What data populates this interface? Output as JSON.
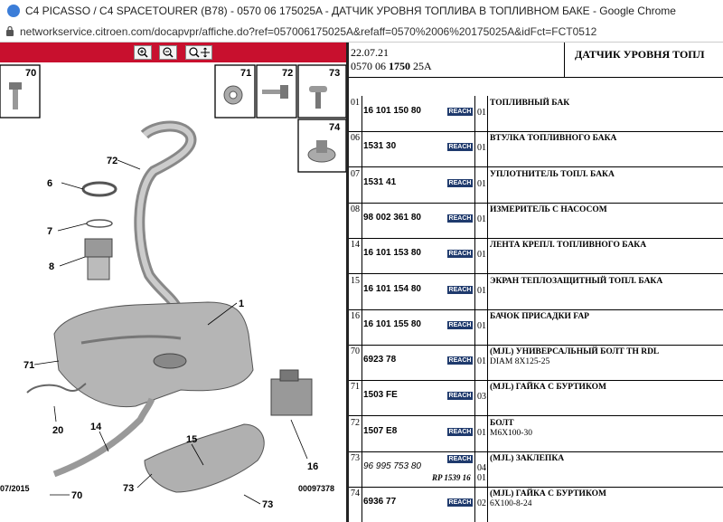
{
  "window": {
    "title": "C4 PICASSO / C4 SPACETOURER (B78) - 0570 06 175025A - ДАТЧИК УРОВНЯ ТОПЛИВА В ТОПЛИВНОМ БАКЕ - Google Chrome",
    "url": "networkservice.citroen.com/docapvpr/affiche.do?ref=057006175025A&refaff=0570%2006%20175025A&idFct=FCT0512"
  },
  "diagram": {
    "date_left": "07/2015",
    "code_right": "00097378",
    "thumbnails": [
      "70",
      "71",
      "72",
      "73",
      "74"
    ],
    "callouts": [
      "72",
      "6",
      "7",
      "8",
      "1",
      "71",
      "20",
      "14",
      "15",
      "16",
      "73",
      "70",
      "73"
    ]
  },
  "header": {
    "date": "22.07.21",
    "ref_prefix": "0570 06 ",
    "ref_bold": "1750",
    "ref_suffix": " 25A",
    "title": "ДАТЧИК УРОВНЯ ТОПЛ"
  },
  "reach_label": "REACH",
  "parts": [
    {
      "idx": "01",
      "ref": "16 101 150 80",
      "qty": "01",
      "desc": "ТОПЛИВНЫЙ БАК",
      "sub": ""
    },
    {
      "idx": "06",
      "ref": "1531 30",
      "qty": "01",
      "desc": "ВТУЛКА ТОПЛИВНОГО БАКА",
      "sub": ""
    },
    {
      "idx": "07",
      "ref": "1531 41",
      "qty": "01",
      "desc": "УПЛОТНИТЕЛЬ ТОПЛ. БАКА",
      "sub": ""
    },
    {
      "idx": "08",
      "ref": "98 002 361 80",
      "qty": "01",
      "desc": "ИЗМЕРИТЕЛЬ С НАСОСОМ",
      "sub": ""
    },
    {
      "idx": "14",
      "ref": "16 101 153 80",
      "qty": "01",
      "desc": "ЛЕНТА КРЕПЛ. ТОПЛИВНОГО БАКА",
      "sub": ""
    },
    {
      "idx": "15",
      "ref": "16 101 154 80",
      "qty": "01",
      "desc": "ЭКРАН ТЕПЛОЗАЩИТНЫЙ ТОПЛ. БАКА",
      "sub": ""
    },
    {
      "idx": "16",
      "ref": "16 101 155 80",
      "qty": "01",
      "desc": "БАЧОК ПРИСАДКИ FAP",
      "sub": ""
    },
    {
      "idx": "70",
      "ref": "6923 78",
      "qty": "01",
      "desc": "(MJL) УНИВЕРСАЛЬНЫЙ БОЛТ ТН RDL",
      "sub": "DIAM 8X125-25"
    },
    {
      "idx": "71",
      "ref": "1503 FE",
      "qty": "03",
      "desc": "(MJL) ГАЙКА С БУРТИКОМ",
      "sub": ""
    },
    {
      "idx": "72",
      "ref": "1507 E8",
      "qty": "01",
      "desc": "БОЛТ",
      "sub": "M6X100-30"
    },
    {
      "idx": "73",
      "ref": "96 995 753 80",
      "qty": "04",
      "qty2": "01",
      "rp": "RP 1539 16",
      "desc": "(MJL) ЗАКЛЕПКА",
      "sub": ""
    },
    {
      "idx": "74",
      "ref": "6936 77",
      "qty": "02",
      "desc": "(MJL) ГАЙКА С БУРТИКОМ",
      "sub": "6X100-8-24"
    }
  ]
}
